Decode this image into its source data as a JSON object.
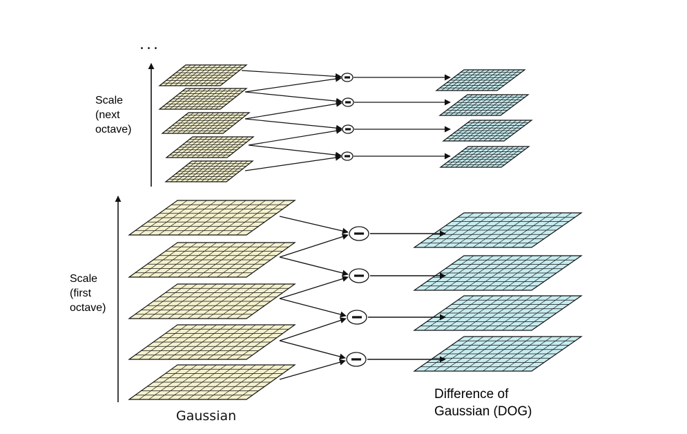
{
  "labels": {
    "ellipsis": "...",
    "scale_next": [
      "Scale",
      "(next",
      "octave)"
    ],
    "scale_first": [
      "Scale",
      "(first",
      "octave)"
    ],
    "gaussian": "Gaussian",
    "dog": [
      "Difference of",
      "Gaussian (DOG)"
    ]
  },
  "colors": {
    "gaussian_fill": "#f4f1cd",
    "dog_fill": "#c7ecf0",
    "stroke": "#111111"
  },
  "grid": {
    "cols": 12,
    "rows": 8
  }
}
